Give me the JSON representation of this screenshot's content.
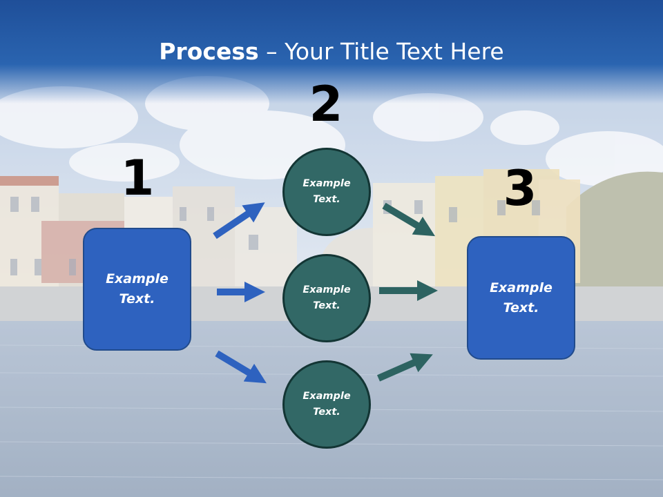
{
  "slide": {
    "title_bold": "Process",
    "title_rest": " – Your Title Text Here"
  },
  "numbers": {
    "n1": "1",
    "n2": "2",
    "n3": "3"
  },
  "left_box": {
    "line1": "Example",
    "line2": "Text."
  },
  "right_box": {
    "line1": "Example",
    "line2": "Text."
  },
  "circles": [
    {
      "line1": "Example",
      "line2": "Text."
    },
    {
      "line1": "Example",
      "line2": "Text."
    },
    {
      "line1": "Example",
      "line2": "Text."
    }
  ],
  "colors": {
    "header_blue": "#2a64b0",
    "box_blue": "#2e62bf",
    "circle_teal": "#326866",
    "arrow_blue": "#2e62bf",
    "arrow_teal": "#2d6361"
  }
}
